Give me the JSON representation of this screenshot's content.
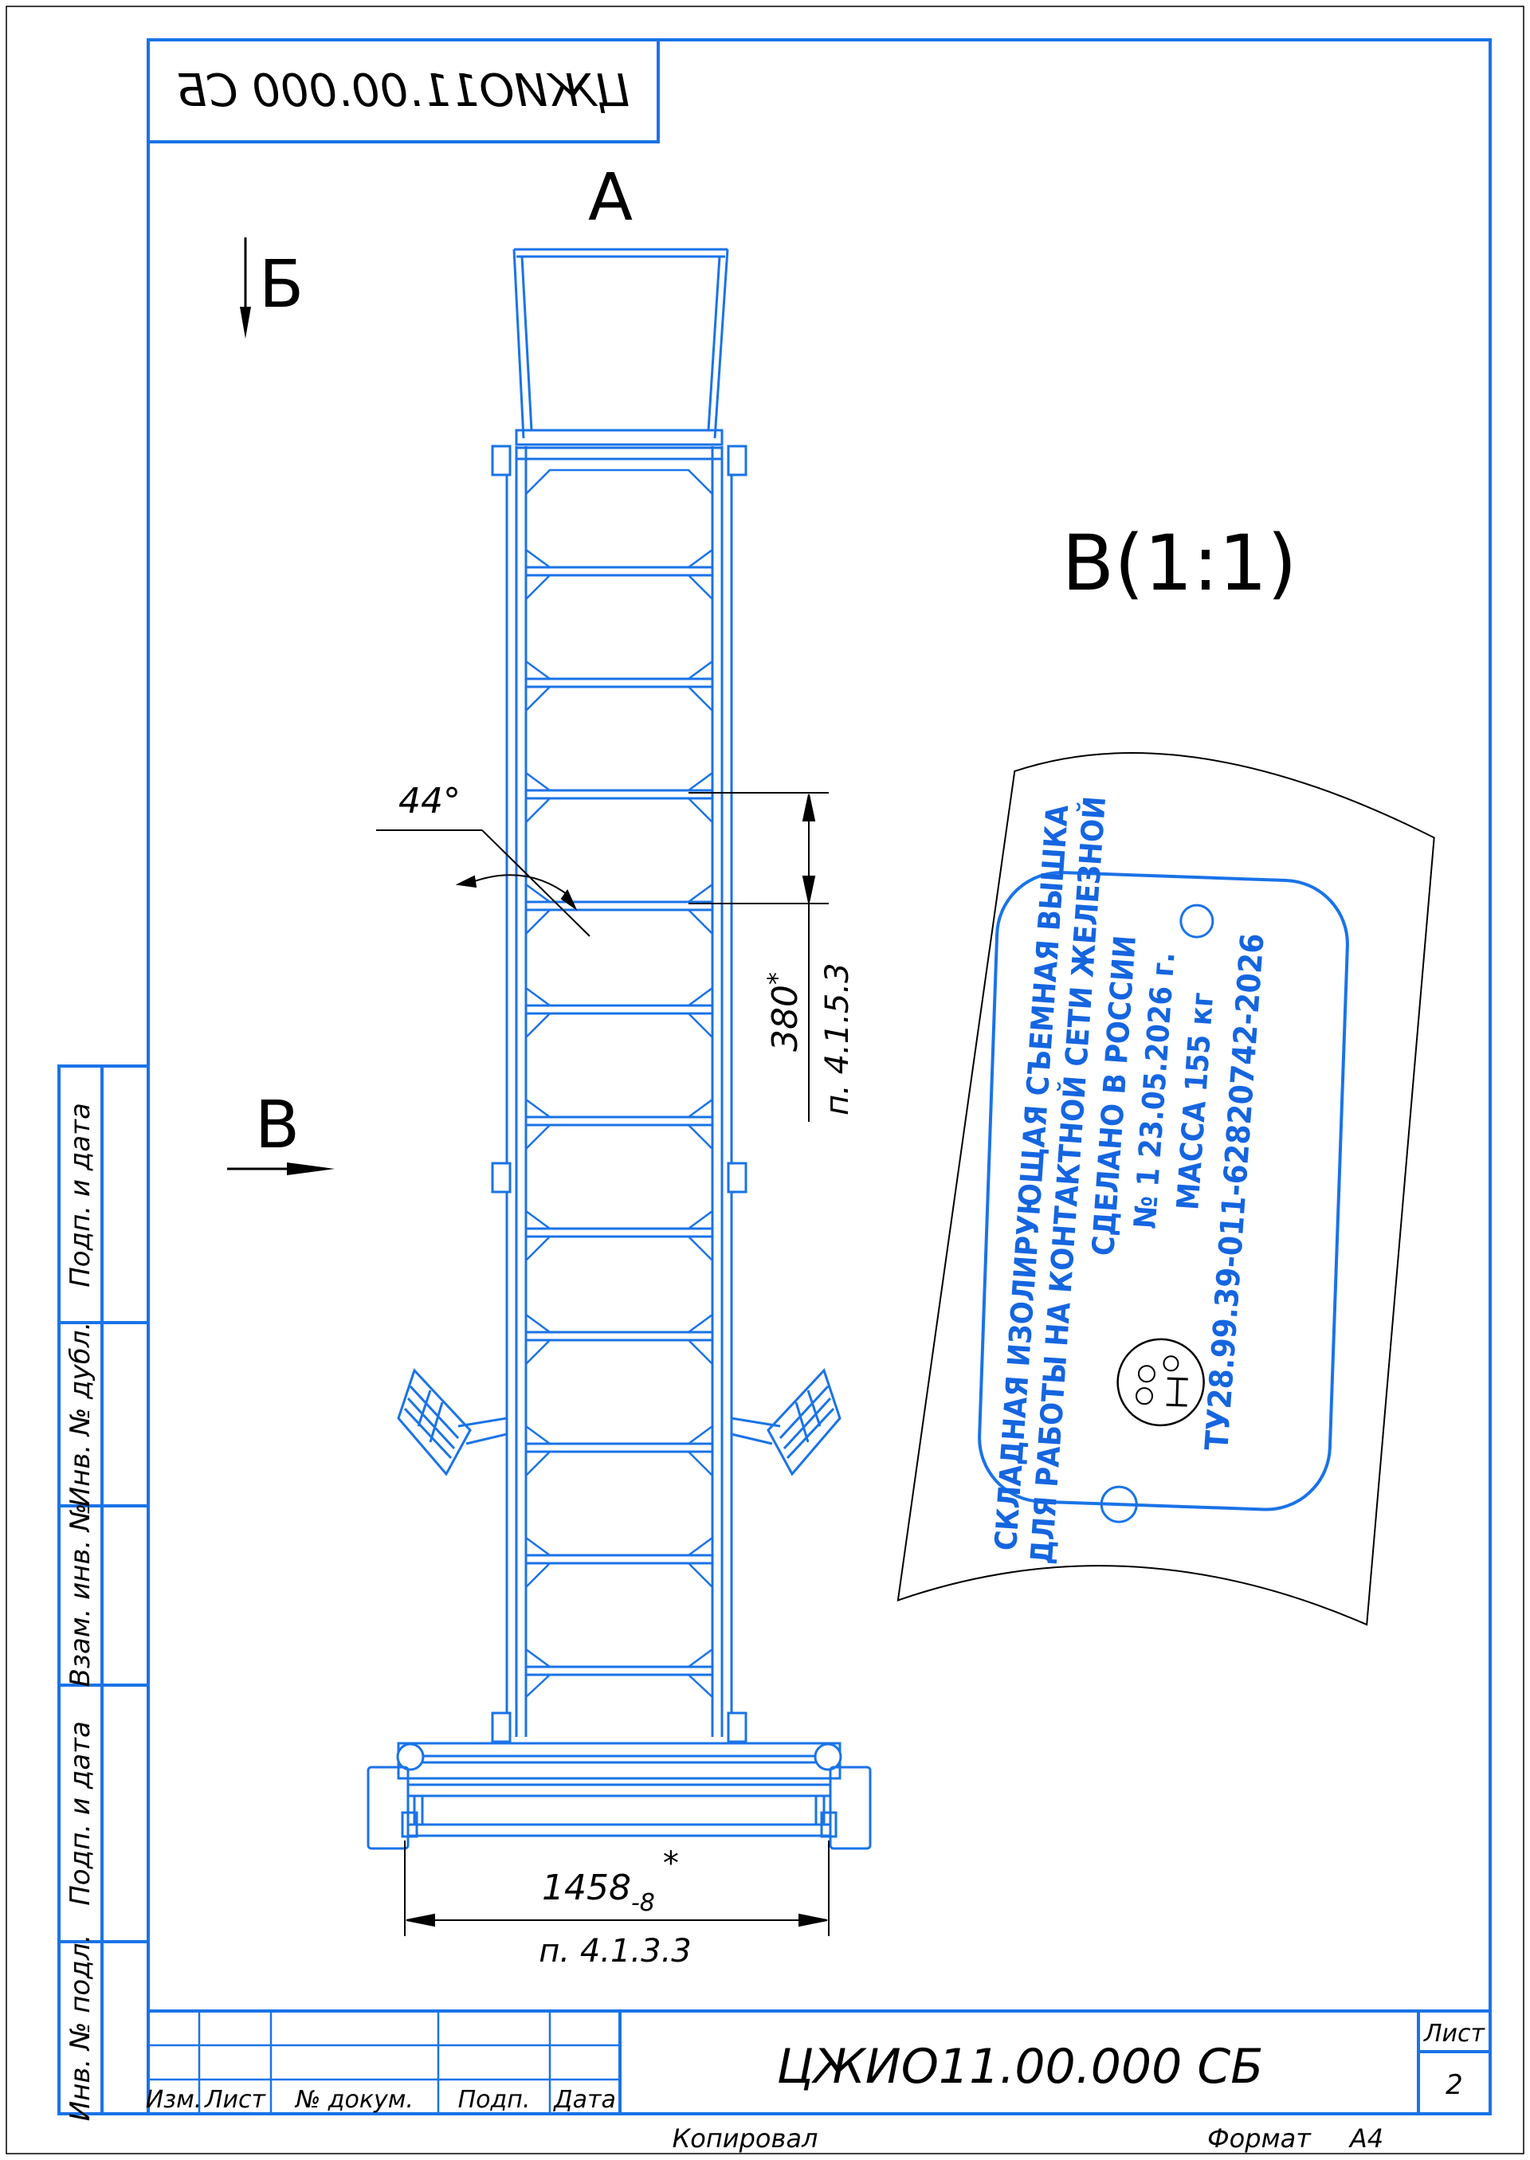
{
  "colors": {
    "frame": "#1a73e8",
    "drawing": "#1a73e8",
    "plate_text": "#1565e0",
    "text": "#000000"
  },
  "doc_code_stamp": "ЦЖИО11.00.000 СБ",
  "view_labels": {
    "a": "А",
    "b": "Б",
    "v": "В",
    "v_scale": "В(1:1)"
  },
  "dimensions": {
    "angle": "44°",
    "step": "380",
    "step_mark": "*",
    "step_ref": "п. 4.1.5.3",
    "width": "1458",
    "width_tol": "-8",
    "width_mark": "*",
    "width_ref": "п. 4.1.3.3"
  },
  "plate": {
    "line1": "СКЛАДНАЯ ИЗОЛИРУЮЩАЯ СЪЕМНАЯ ВЫШКА",
    "line2": "ДЛЯ РАБОТЫ НА КОНТАКТНОЙ СЕТИ ЖЕЛЕЗНОЙ",
    "line3": "СДЕЛАНО В РОССИИ",
    "line4": "№ 1  23.05.2026 г.",
    "line5": "МАССА  155 кг",
    "line6": "ТУ28.99.39-011-62820742-2026",
    "logo": "logo-emblem"
  },
  "side_stamp": {
    "cell1": "Подп. и дата",
    "cell2": "Инв. № дубл.",
    "cell3": "Взам. инв. №",
    "cell4": "Подп. и дата",
    "cell5": "Инв. № подл."
  },
  "title_block": {
    "designation": "ЦЖИО11.00.000 СБ",
    "col_izm": "Изм.",
    "col_list": "Лист",
    "col_doc": "№ докум.",
    "col_podp": "Подп.",
    "col_data": "Дата",
    "sheet_label": "Лист",
    "sheet_num": "2"
  },
  "footer": {
    "copied": "Копировал",
    "format_label": "Формат",
    "format_value": "А4"
  }
}
